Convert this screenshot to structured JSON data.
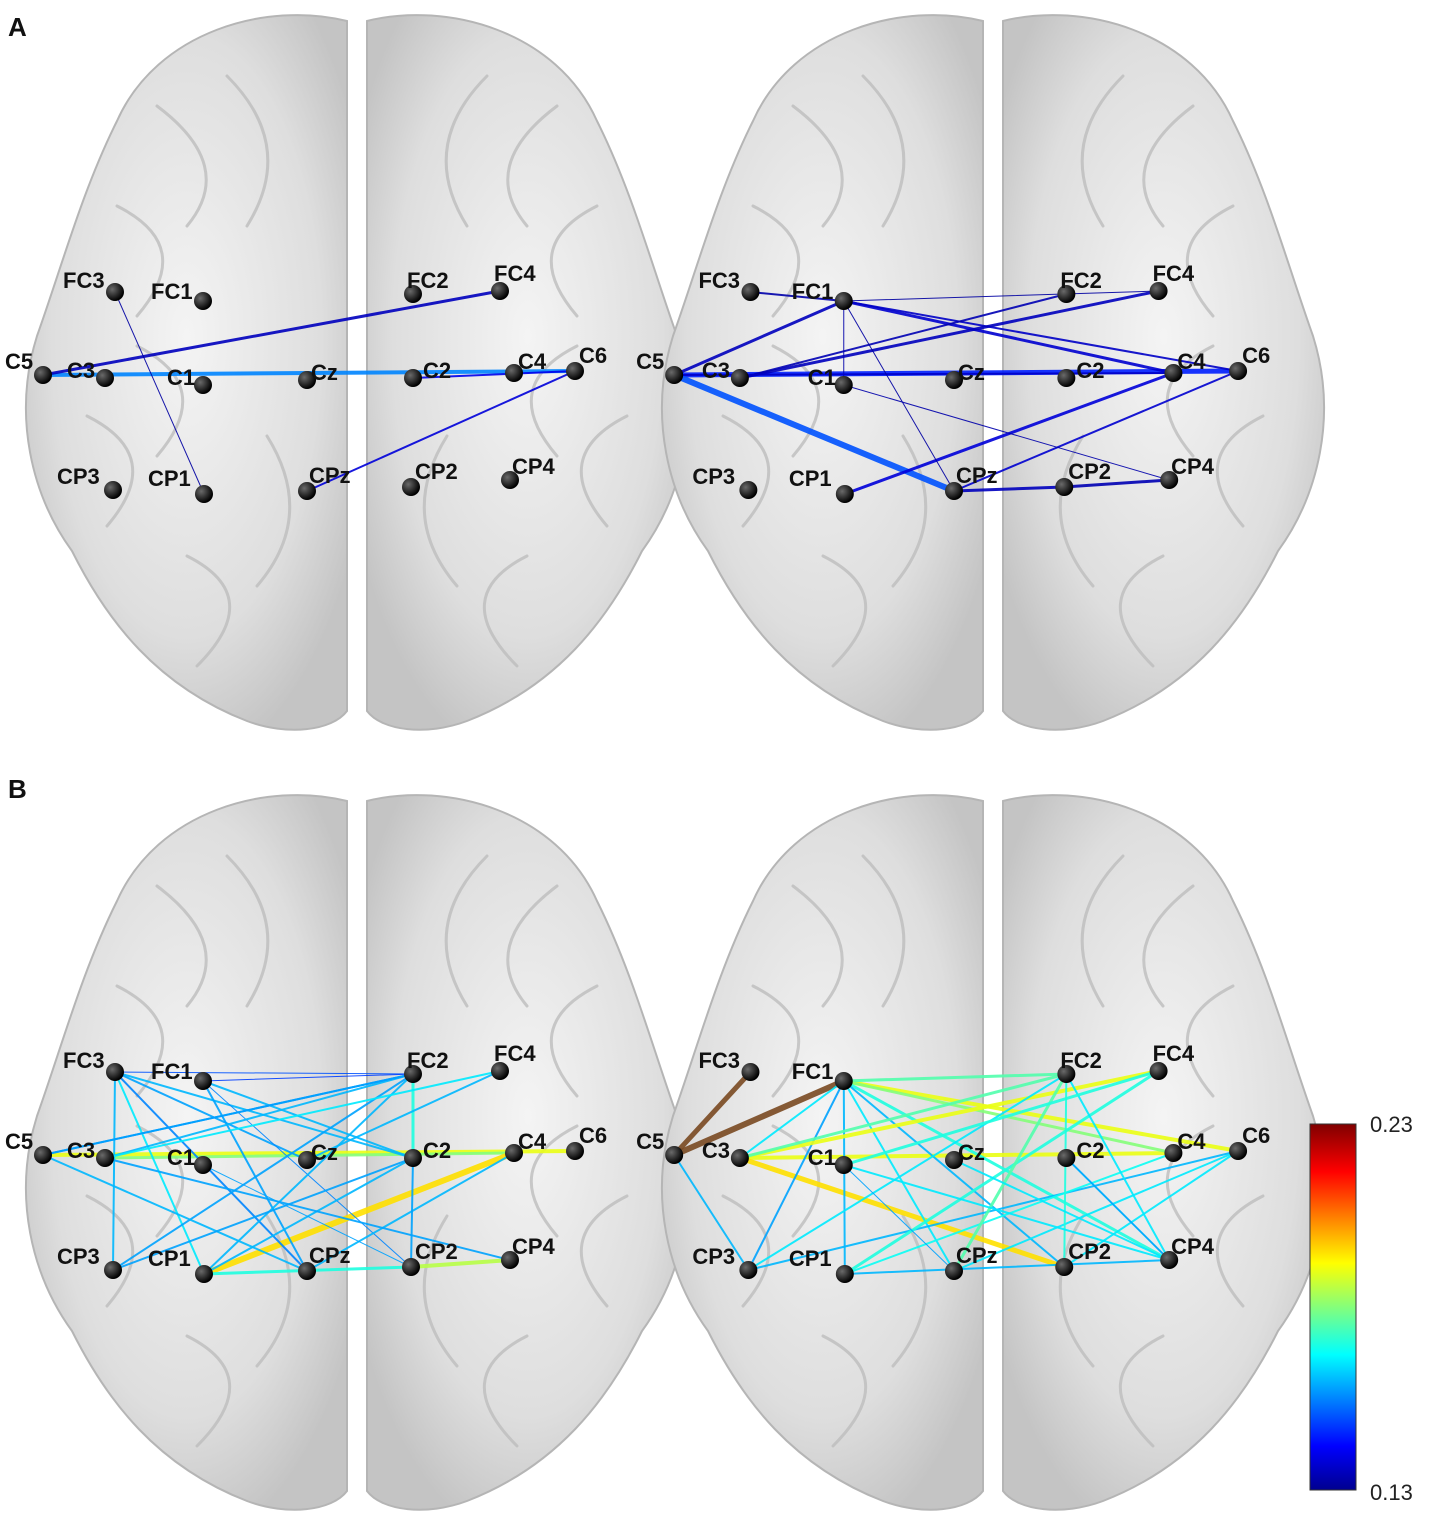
{
  "panels": [
    {
      "id": "A",
      "label": "A"
    },
    {
      "id": "B",
      "label": "B"
    }
  ],
  "electrodes": [
    "FC3",
    "FC1",
    "FC2",
    "FC4",
    "C5",
    "C3",
    "C1",
    "Cz",
    "C2",
    "C4",
    "C6",
    "CP3",
    "CP1",
    "CPz",
    "CP2",
    "CP4"
  ],
  "colorbar": {
    "max_label": "0.23",
    "min_label": "0.13",
    "colormap": [
      "#00008f",
      "#0000ff",
      "#00ffff",
      "#ffff00",
      "#ff0000",
      "#800000"
    ]
  },
  "networks": [
    {
      "panel": "A",
      "view": "left",
      "edges": [
        [
          "C5",
          "C6",
          0.155,
          4
        ],
        [
          "FC4",
          "C5",
          0.135,
          3
        ],
        [
          "C2",
          "C6",
          0.14,
          2
        ],
        [
          "CPz",
          "C6",
          0.138,
          2
        ],
        [
          "FC3",
          "CP1",
          0.132,
          1
        ]
      ]
    },
    {
      "panel": "A",
      "view": "right",
      "edges": [
        [
          "C5",
          "C6",
          0.145,
          5
        ],
        [
          "C5",
          "CPz",
          0.15,
          6
        ],
        [
          "C5",
          "FC1",
          0.135,
          3
        ],
        [
          "FC3",
          "FC1",
          0.133,
          2
        ],
        [
          "FC1",
          "C4",
          0.137,
          3
        ],
        [
          "FC1",
          "C6",
          0.136,
          2
        ],
        [
          "FC1",
          "C1",
          0.133,
          1
        ],
        [
          "FC1",
          "FC4",
          0.132,
          1
        ],
        [
          "C3",
          "FC4",
          0.135,
          3
        ],
        [
          "C3",
          "FC2",
          0.134,
          2
        ],
        [
          "C5",
          "C4",
          0.136,
          2
        ],
        [
          "CP1",
          "C4",
          0.138,
          3
        ],
        [
          "CPz",
          "C6",
          0.137,
          2
        ],
        [
          "CP2",
          "CP4",
          0.134,
          3
        ],
        [
          "CPz",
          "CP2",
          0.135,
          3
        ],
        [
          "FC1",
          "CPz",
          0.132,
          1
        ],
        [
          "C1",
          "CP4",
          0.133,
          1
        ]
      ]
    },
    {
      "panel": "B",
      "view": "left",
      "edges": [
        [
          "C5",
          "C6",
          0.19,
          4
        ],
        [
          "C3",
          "C4",
          0.18,
          3
        ],
        [
          "CP1",
          "C4",
          0.195,
          6
        ],
        [
          "FC3",
          "CP1",
          0.165,
          2
        ],
        [
          "FC3",
          "C2",
          0.16,
          2
        ],
        [
          "FC3",
          "CP3",
          0.16,
          2
        ],
        [
          "FC3",
          "Cz",
          0.158,
          2
        ],
        [
          "FC3",
          "CPz",
          0.155,
          2
        ],
        [
          "FC1",
          "CPz",
          0.158,
          2
        ],
        [
          "FC1",
          "C2",
          0.16,
          2
        ],
        [
          "FC1",
          "CP2",
          0.155,
          1
        ],
        [
          "FC2",
          "C3",
          0.16,
          2
        ],
        [
          "FC2",
          "CP3",
          0.158,
          2
        ],
        [
          "FC2",
          "CP1",
          0.16,
          2
        ],
        [
          "FC2",
          "C5",
          0.155,
          2
        ],
        [
          "FC2",
          "C2",
          0.17,
          3
        ],
        [
          "FC4",
          "C3",
          0.165,
          2
        ],
        [
          "FC4",
          "Cz",
          0.16,
          2
        ],
        [
          "C5",
          "CPz",
          0.16,
          2
        ],
        [
          "C5",
          "FC2",
          0.158,
          2
        ],
        [
          "CP1",
          "C2",
          0.16,
          2
        ],
        [
          "CP1",
          "CP2",
          0.17,
          3
        ],
        [
          "CP2",
          "CP4",
          0.185,
          4
        ],
        [
          "CP3",
          "C2",
          0.158,
          2
        ],
        [
          "CPz",
          "C4",
          0.16,
          2
        ],
        [
          "C1",
          "CP2",
          0.158,
          1
        ],
        [
          "FC3",
          "FC2",
          0.15,
          1
        ],
        [
          "FC1",
          "FC2",
          0.148,
          1
        ],
        [
          "C3",
          "CP4",
          0.158,
          2
        ],
        [
          "C2",
          "CP2",
          0.158,
          2
        ]
      ]
    },
    {
      "panel": "B",
      "view": "right",
      "edges": [
        [
          "C5",
          "FC1",
          0.225,
          6
        ],
        [
          "C5",
          "FC3",
          0.215,
          5
        ],
        [
          "C3",
          "C4",
          0.19,
          4
        ],
        [
          "C3",
          "CP2",
          0.195,
          5
        ],
        [
          "FC1",
          "C6",
          0.19,
          4
        ],
        [
          "FC1",
          "FC2",
          0.175,
          3
        ],
        [
          "FC1",
          "C4",
          0.18,
          3
        ],
        [
          "FC1",
          "CP4",
          0.17,
          3
        ],
        [
          "FC1",
          "CPz",
          0.165,
          2
        ],
        [
          "FC1",
          "CP1",
          0.16,
          2
        ],
        [
          "FC1",
          "C3",
          0.165,
          2
        ],
        [
          "FC1",
          "CP3",
          0.158,
          2
        ],
        [
          "FC1",
          "CP2",
          0.16,
          2
        ],
        [
          "C3",
          "FC4",
          0.19,
          4
        ],
        [
          "C3",
          "FC2",
          0.175,
          3
        ],
        [
          "C5",
          "CP3",
          0.16,
          2
        ],
        [
          "CP3",
          "FC2",
          0.165,
          2
        ],
        [
          "CP3",
          "C6",
          0.16,
          2
        ],
        [
          "CP1",
          "FC4",
          0.17,
          3
        ],
        [
          "CP1",
          "C4",
          0.168,
          2
        ],
        [
          "CPz",
          "FC2",
          0.175,
          3
        ],
        [
          "CPz",
          "C6",
          0.165,
          2
        ],
        [
          "CP2",
          "FC2",
          0.17,
          2
        ],
        [
          "CP2",
          "C6",
          0.165,
          2
        ],
        [
          "CP4",
          "FC2",
          0.165,
          2
        ],
        [
          "CP4",
          "C2",
          0.16,
          2
        ],
        [
          "C1",
          "CP4",
          0.165,
          2
        ],
        [
          "C1",
          "FC4",
          0.17,
          3
        ],
        [
          "Cz",
          "CP4",
          0.165,
          2
        ],
        [
          "C1",
          "CPz",
          0.158,
          1
        ],
        [
          "CP1",
          "CP4",
          0.16,
          2
        ],
        [
          "C2",
          "CP4",
          0.158,
          1
        ]
      ]
    }
  ]
}
